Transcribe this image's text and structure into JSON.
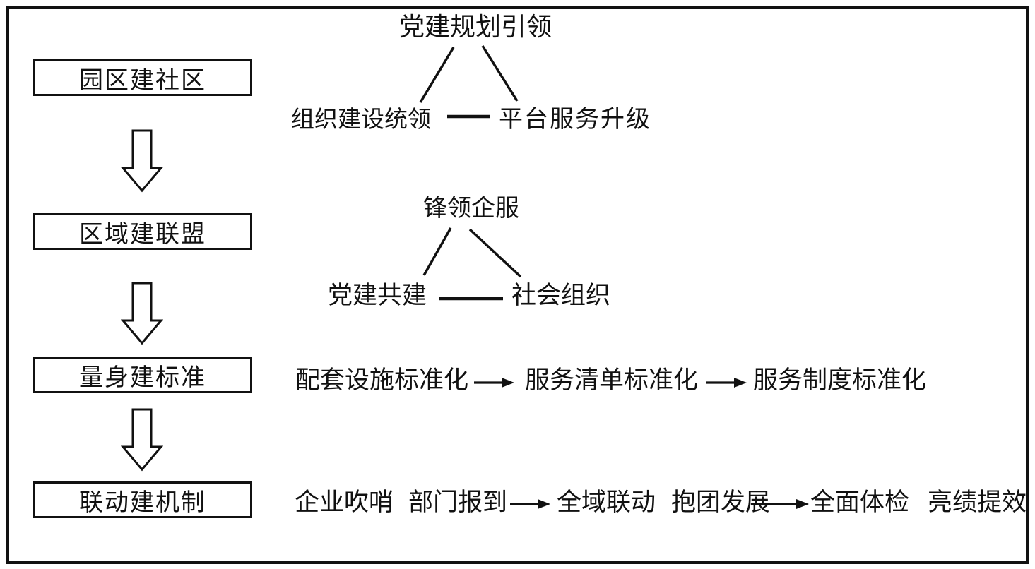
{
  "diagram": {
    "steps": [
      {
        "label": "园区建社区"
      },
      {
        "label": "区域建联盟"
      },
      {
        "label": "量身建标准"
      },
      {
        "label": "联动建机制"
      }
    ],
    "party_triangle": {
      "top": "党建规划引领",
      "bottom_left": "组织建设统领",
      "bottom_right": "平台服务升级"
    },
    "service_triangle": {
      "top": "锋领企服",
      "bottom_left": "党建共建",
      "bottom_right": "社会组织"
    },
    "standards_flow": [
      "配套设施标准化",
      "服务清单标准化",
      "服务制度标准化"
    ],
    "mechanism_flow": [
      "企业吹哨",
      "部门报到",
      "全域联动",
      "抱团发展",
      "全面体检",
      "亮绩提效"
    ]
  },
  "colors": {
    "ink": "#111111",
    "background": "#ffffff"
  }
}
